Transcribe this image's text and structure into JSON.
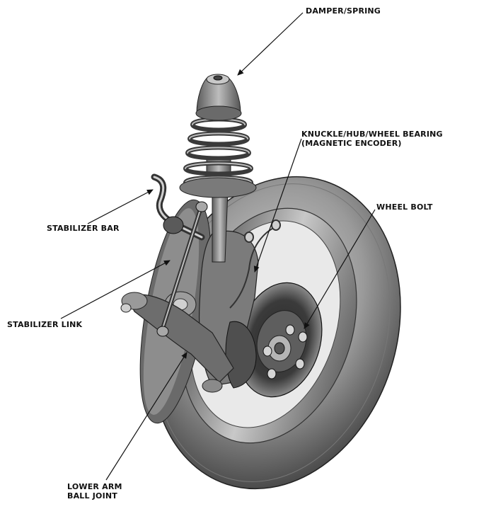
{
  "labels": {
    "damper_spring": "DAMPER/SPRING",
    "knuckle_line1": "KNUCKLE/HUB/WHEEL BEARING",
    "knuckle_line2": "(MAGNETIC ENCODER)",
    "wheel_bolt": "WHEEL BOLT",
    "stabilizer_bar": "STABILIZER BAR",
    "stabilizer_link": "STABILIZER LINK",
    "lower_arm_line1": "LOWER ARM",
    "lower_arm_line2": "BALL JOINT"
  },
  "colors": {
    "background": "#ffffff",
    "ink": "#111111",
    "tire_dark": "#4a4a4a",
    "tire_light": "#cfcfcf",
    "metal": "#8a8a8a"
  }
}
